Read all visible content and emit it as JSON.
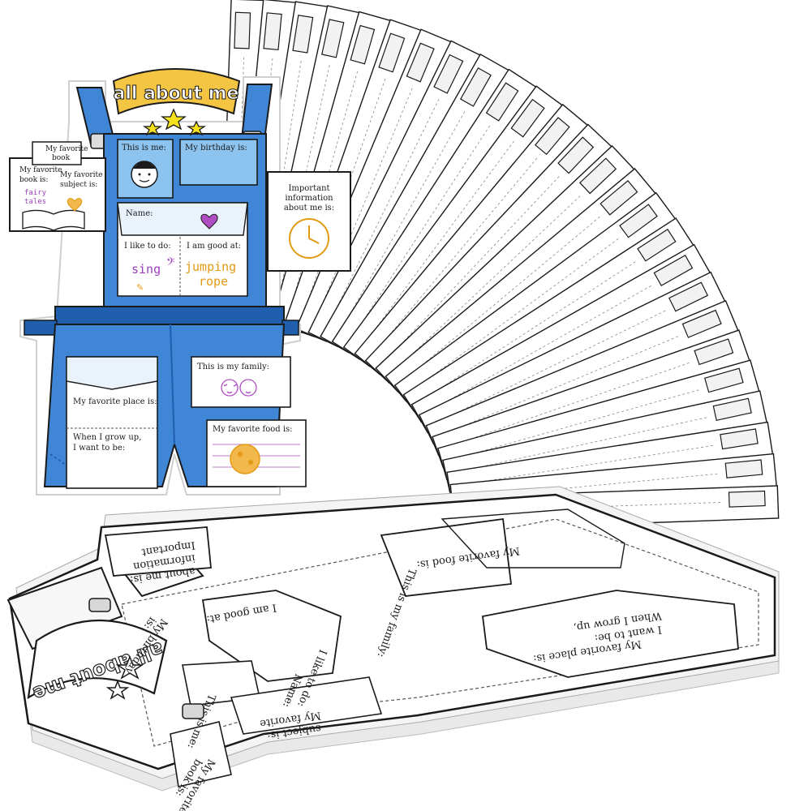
{
  "banner": {
    "title": "all about me"
  },
  "card": {
    "this_is_me": "This is me:",
    "birthday": "My birthday is:",
    "name": "Name:",
    "like_to_do": "I like to do:",
    "like_to_do_answer": "sing",
    "good_at": "I am good at:",
    "good_at_answer_line1": "jumping",
    "good_at_answer_line2": "rope",
    "favorite_place": "My favorite place is:",
    "grow_up_line1": "When I grow up,",
    "grow_up_line2": "I want to be:",
    "family": "This is my family:",
    "favorite_food": "My favorite food is:"
  },
  "book_flap": {
    "favorite_book_line1": "My favorite",
    "favorite_book_line2": "book is:",
    "book_answer_line1": "fairy",
    "book_answer_line2": "tales",
    "favorite_subject_line1": "My favorite",
    "favorite_subject_line2": "subject is:",
    "back_label_line1": "My favorite",
    "back_label_line2": "book"
  },
  "info_flap": {
    "line1": "Important",
    "line2": "information",
    "line3": "about me is:"
  },
  "bottom_card": {
    "banner": "all about me",
    "this_is_me": "This is me:",
    "birthday_line1": "My birthday",
    "birthday_line2": "is:",
    "name": "Name:",
    "like_to_do": "I like to do:",
    "good_at": "I am good at:",
    "family": "This is my family:",
    "favorite_food": "My favorite food is:",
    "favorite_place": "My favorite place is:",
    "grow_up_line1": "When I grow up,",
    "grow_up_line2": "I want to be:",
    "info_line1": "Important",
    "info_line2": "information",
    "info_line3": "about me is:",
    "subject_line1": "My favorite",
    "subject_line2": "subject is:",
    "book_line1": "My favorite",
    "book_line2": "book is:"
  },
  "colors": {
    "denim": "#3f86d6",
    "denim_dark": "#1f5fae",
    "denim_light": "#8cc3ef",
    "banner_gold": "#f4c542",
    "star": "#f5e11c",
    "outline": "#1a1a1a"
  }
}
